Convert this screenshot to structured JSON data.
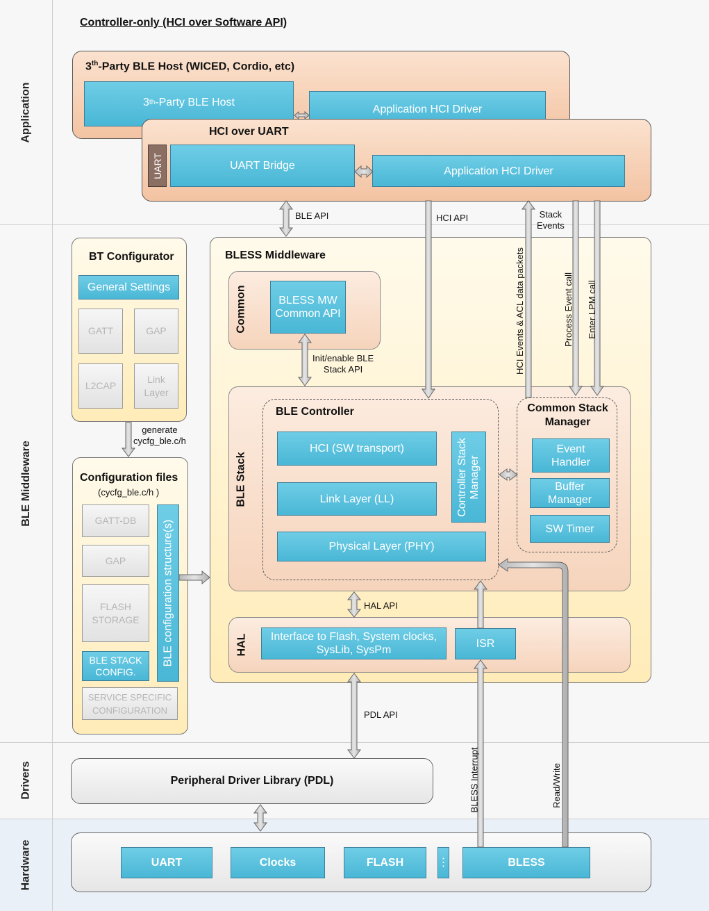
{
  "header": {
    "title": "Controller-only (HCI over Software API)"
  },
  "layers": {
    "application": "Application",
    "middleware": "BLE Middleware",
    "drivers": "Drivers",
    "hardware": "Hardware"
  },
  "third_party": {
    "title_prefix": "3",
    "title_sup": "th",
    "title_suffix": "-Party BLE Host (WICED, Cordio, etc)",
    "host_prefix": "3",
    "host_sup": "th",
    "host_suffix": "-Party BLE Host",
    "app_hci_driver": "Application HCI Driver"
  },
  "hci_uart": {
    "title": "HCI over UART",
    "uart": "UART",
    "uart_bridge": "UART Bridge",
    "app_hci_driver": "Application HCI Driver"
  },
  "arrow_labels": {
    "ble_api": "BLE API",
    "hci_api": "HCI API",
    "stack_events": "Stack\nEvents",
    "hci_events_acl": "HCI Events & ACL data packets",
    "process_event": "Process Event call",
    "enter_lpm": "Enter LPM call",
    "init_enable": "Init/enable BLE\nStack API",
    "generate": "generate\ncycfg_ble.c/h",
    "hal_api": "HAL API",
    "pdl_api": "PDL API",
    "bless_interrupt": "BLESS Interrupt",
    "read_write": "Read/Write"
  },
  "bt_configurator": {
    "title": "BT Configurator",
    "general_settings": "General Settings",
    "gatt": "GATT",
    "gap": "GAP",
    "l2cap": "L2CAP",
    "link_layer": "Link\nLayer"
  },
  "config_files": {
    "title": "Configuration files",
    "subtitle": "(cycfg_ble.c/h )",
    "gatt_db": "GATT-DB",
    "gap": "GAP",
    "flash_storage": "FLASH\nSTORAGE",
    "ble_stack_config": "BLE STACK\nCONFIG.",
    "service_specific": "SERVICE SPECIFIC\nCONFIGURATION",
    "ble_config_structures": "BLE configuration structure(s)"
  },
  "bless_mw": {
    "title": "BLESS Middleware",
    "common_label": "Common",
    "common_api": "BLESS MW\nCommon API",
    "ble_stack_label": "BLE Stack",
    "ble_controller": "BLE Controller",
    "hci_sw": "HCI (SW transport)",
    "link_layer": "Link Layer (LL)",
    "phy": "Physical Layer (PHY)",
    "controller_stack_mgr": "Controller Stack\nManager",
    "common_stack_mgr": "Common Stack\nManager",
    "event_handler": "Event\nHandler",
    "buffer_manager": "Buffer\nManager",
    "sw_timer": "SW Timer",
    "hal_label": "HAL",
    "hal_interface": "Interface to Flash, System clocks,\nSysLib, SysPm",
    "isr": "ISR"
  },
  "drivers": {
    "pdl": "Peripheral Driver Library (PDL)"
  },
  "hardware": {
    "uart": "UART",
    "clocks": "Clocks",
    "flash": "FLASH",
    "dots": "⋮",
    "bless": "BLESS"
  },
  "colors": {
    "blue_block": "#49b7d6",
    "peach": "#f3c3a2",
    "cream": "#ffecb8",
    "arrow_fill": "#c6c6c6"
  }
}
